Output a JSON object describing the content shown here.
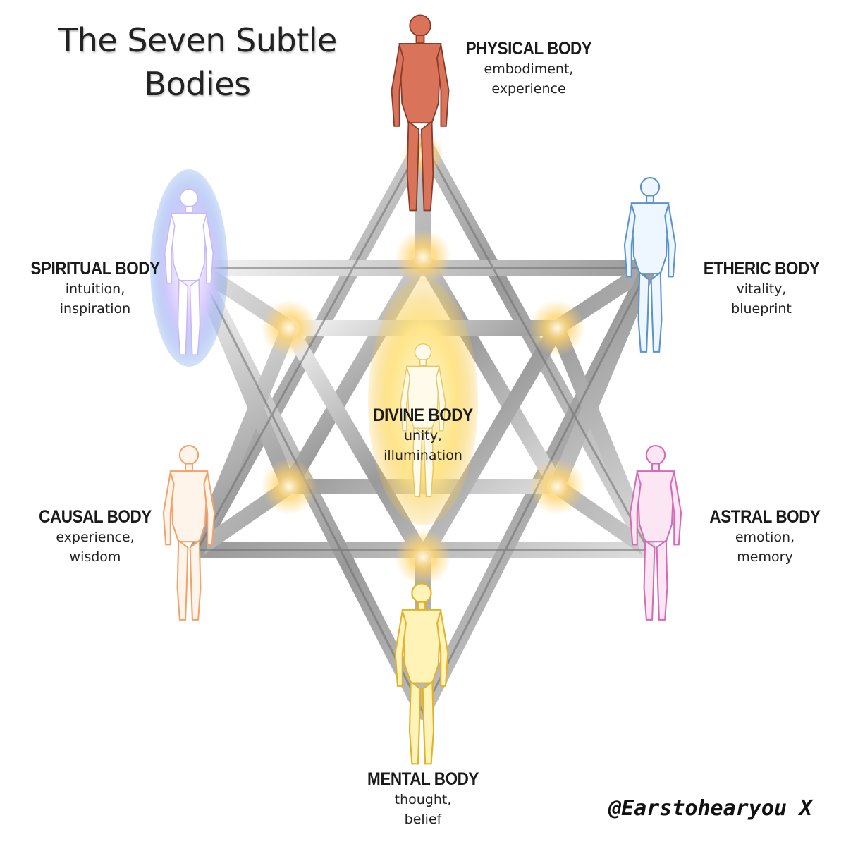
{
  "title": "The Seven Subtle Bodies",
  "bodies": {
    "physical": {
      "name": "PHYSICAL BODY",
      "desc_1": "embodiment,",
      "desc_2": "experience"
    },
    "etheric": {
      "name": "ETHERIC BODY",
      "desc_1": "vitality,",
      "desc_2": "blueprint"
    },
    "spiritual": {
      "name": "SPIRITUAL BODY",
      "desc_1": "intuition,",
      "desc_2": "inspiration"
    },
    "divine": {
      "name": "DIVINE BODY",
      "desc_1": "unity,",
      "desc_2": "illumination"
    },
    "causal": {
      "name": "CAUSAL BODY",
      "desc_1": "experience,",
      "desc_2": "wisdom"
    },
    "astral": {
      "name": "ASTRAL BODY",
      "desc_1": "emotion,",
      "desc_2": "memory"
    },
    "mental": {
      "name": "MENTAL BODY",
      "desc_1": "thought,",
      "desc_2": "belief"
    }
  },
  "watermark": "@Earstohearyou X",
  "colors": {
    "metal": "#b8b8b8",
    "glow": "#ffd36b",
    "physical": "#c0392b",
    "etheric": "#7fb3e6",
    "spiritual": "#7b5cd6",
    "divine": "#f5c542",
    "causal": "#f0a36b",
    "astral": "#e06bc0",
    "mental": "#f2c12e"
  },
  "icons": {
    "star": "merkaba-star-icon",
    "figure": "human-figure-icon"
  }
}
